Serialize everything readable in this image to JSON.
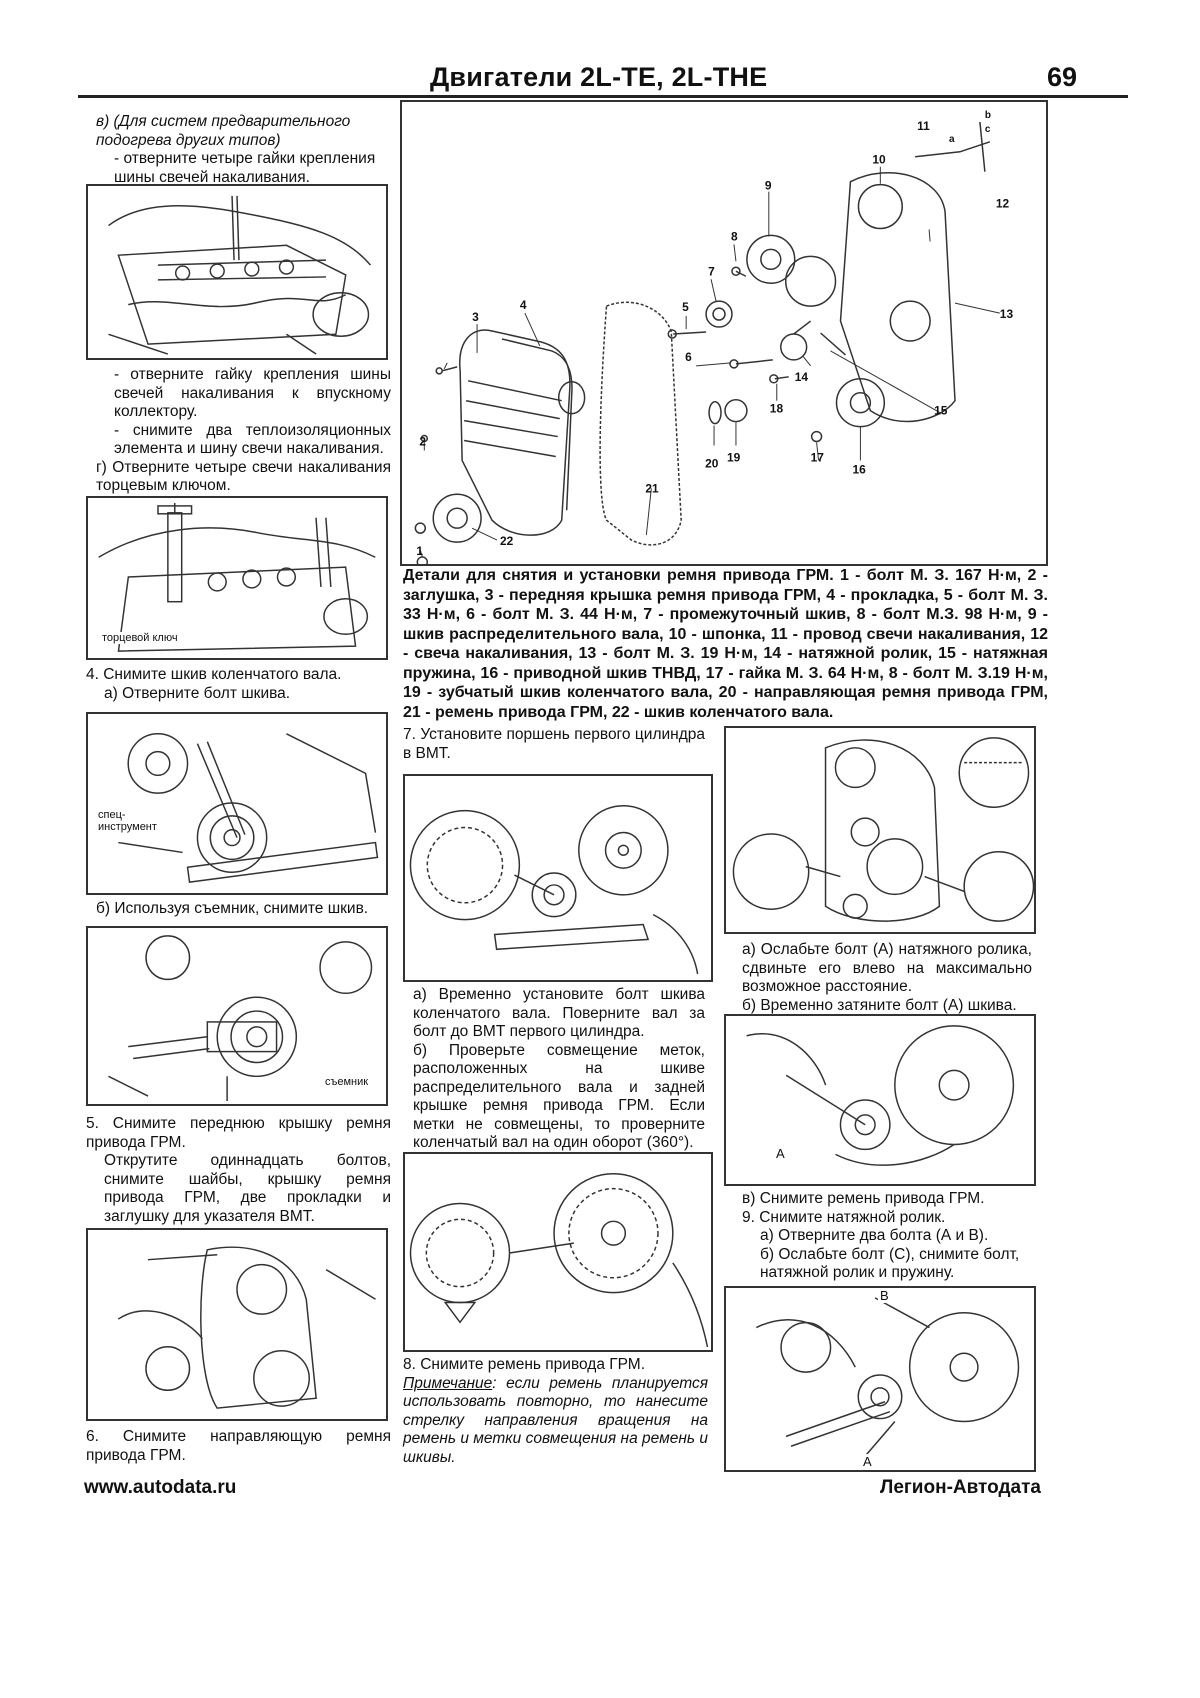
{
  "header": {
    "title": "Двигатели 2L-TE, 2L-THE",
    "page_number": "69"
  },
  "left": {
    "step_v_italic": "в) (Для систем предварительного подогрева других типов)",
    "step_v_1": "- отверните четыре гайки крепления шины свечей накаливания.",
    "step_v_2": "- отверните гайку крепления шины свечей накаливания к впускному коллектору.",
    "step_v_3": "- снимите два теплоизоляционных элемента и шину свечи накаливания.",
    "step_g": "г) Отверните четыре свечи накаливания торцевым ключом.",
    "fig2_label": "торцевой ключ",
    "step4": "4. Снимите шкив коленчатого вала.",
    "step4a": "а) Отверните болт шкива.",
    "fig3_label": "спец-инструмент",
    "step4b": "б) Используя съемник, снимите шкив.",
    "fig4_label": "съемник",
    "step5_title": "5. Снимите переднюю крышку ремня привода ГРМ.",
    "step5_text": "Открутите одиннадцать болтов, снимите шайбы, крышку ремня привода ГРМ, две прокладки и заглушку для указателя ВМТ.",
    "step6": "6. Снимите направляющую ремня привода ГРМ."
  },
  "diagram": {
    "callouts": [
      "1",
      "2",
      "3",
      "4",
      "5",
      "6",
      "7",
      "8",
      "9",
      "10",
      "11",
      "12",
      "13",
      "14",
      "15",
      "16",
      "17",
      "18",
      "19",
      "20",
      "21",
      "22"
    ],
    "letters": [
      "a",
      "b",
      "c"
    ],
    "caption": "Детали для снятия и установки ремня привода ГРМ. 1 - болт М. З. 167 Н·м, 2 - заглушка, 3 - передняя крышка ремня привода ГРМ, 4 - прокладка, 5 - болт М. З. 33 Н·м, 6 - болт М. З. 44 Н·м, 7 - промежуточный шкив, 8 - болт М.З. 98 Н·м, 9 - шкив распределительного вала, 10 - шпонка, 11 - провод свечи накаливания, 12 - свеча накаливания, 13 - болт М. З. 19 Н·м, 14 - натяжной ролик, 15 - натяжная пружина, 16 - приводной шкив ТНВД, 17 - гайка М. З. 64 Н·м, 8 - болт М. З.19 Н·м, 19 - зубчатый шкив коленчатого вала, 20 - направляющая ремня привода ГРМ, 21 - ремень привода ГРМ, 22 - шкив коленчатого вала."
  },
  "middle": {
    "step7": "7. Установите поршень первого цилиндра в ВМТ.",
    "step7a": "а) Временно установите болт шкива коленчатого вала. Поверните вал за болт до ВМТ первого цилиндра.",
    "step7b": "б) Проверьте совмещение меток, расположенных на шкиве распределительного вала и задней крышке ремня привода ГРМ. Если метки не совмещены, то проверните коленчатый вал на один оборот (360°).",
    "step8": "8. Снимите ремень привода ГРМ.",
    "note_label": "Примечание",
    "note_text": ": если ремень планируется использовать повторно, то нанесите стрелку направления вращения на ремень и метки совмещения на ремень и шкивы."
  },
  "right": {
    "step8a": "а) Ослабьте болт (А) натяжного ролика, сдвиньте его влево на максимально возможное расстояние.",
    "step8b": "б) Временно затяните болт (А) шкива.",
    "fig_r2_label": "A",
    "step8v": "в) Снимите ремень привода ГРМ.",
    "step9": "9. Снимите натяжной ролик.",
    "step9a": "а) Отверните два болта (А и В).",
    "step9b": "б) Ослабьте болт (С), снимите болт, натяжной ролик и пружину.",
    "fig_r3_label_b": "B",
    "fig_r3_label_a": "A"
  },
  "footer": {
    "left": "www.autodata.ru",
    "right": "Легион-Автодата"
  }
}
